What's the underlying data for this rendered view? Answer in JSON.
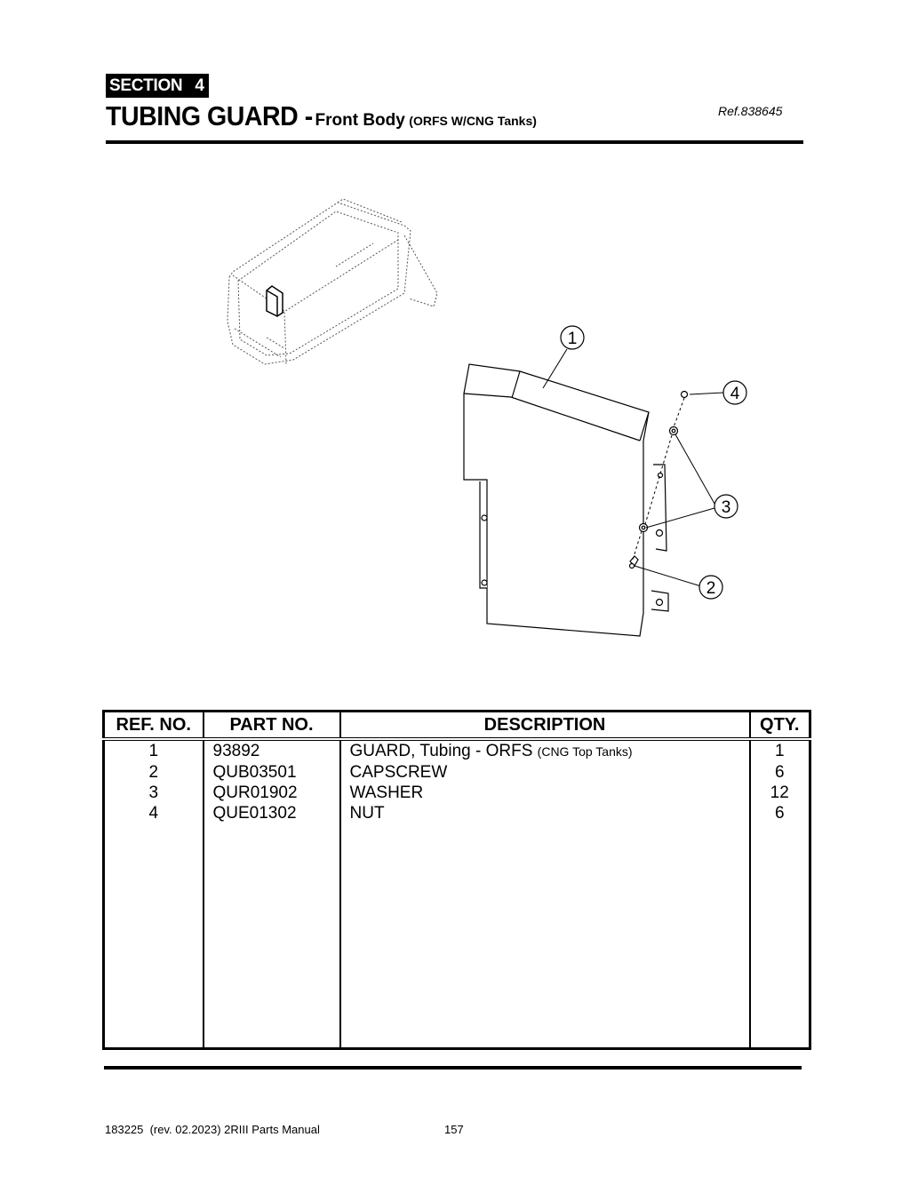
{
  "header": {
    "section_label": "SECTION",
    "section_number": "4",
    "title_main": "TUBING GUARD -",
    "title_sub": "Front Body",
    "title_paren": "(ORFS W/CNG Tanks)",
    "reference": "Ref.838645"
  },
  "diagram": {
    "callouts": [
      "1",
      "2",
      "3",
      "4"
    ]
  },
  "parts_table": {
    "columns": [
      "REF. NO.",
      "PART NO.",
      "DESCRIPTION",
      "QTY."
    ],
    "rows": [
      {
        "ref": "1",
        "part": "93892",
        "description": "GUARD, Tubing - ORFS",
        "description_note": "(CNG Top Tanks)",
        "qty": "1"
      },
      {
        "ref": "2",
        "part": "QUB03501",
        "description": "CAPSCREW",
        "description_note": "",
        "qty": "6"
      },
      {
        "ref": "3",
        "part": "QUR01902",
        "description": "WASHER",
        "description_note": "",
        "qty": "12"
      },
      {
        "ref": "4",
        "part": "QUE01302",
        "description": "NUT",
        "description_note": "",
        "qty": "6"
      }
    ]
  },
  "footer": {
    "document": "183225  (rev. 02.2023) 2RIII Parts Manual",
    "page_number": "157"
  }
}
